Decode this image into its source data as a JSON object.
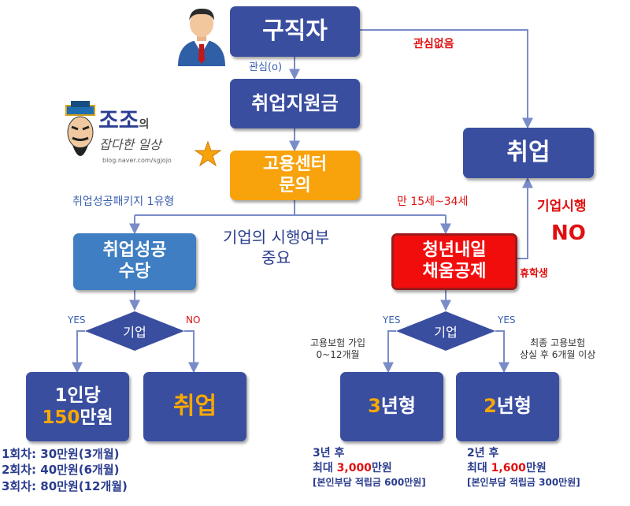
{
  "colors": {
    "navy_box": "#3a4ea0",
    "blue_box": "#3f7ec2",
    "orange_box": "#f8a20c",
    "red_box": "#f20d0d",
    "highlight_text": "#f8a800",
    "connector": "#7a8cc8"
  },
  "icons": {
    "person": "job-seeker-person-icon",
    "logo": "jojo-blog-logo",
    "star": "orange-star-icon"
  },
  "logo": {
    "name": "조조",
    "suffix": "의",
    "tagline": "잡다한 일상",
    "url": "blog.naver.com/sgjojo"
  },
  "nodes": {
    "job_seeker": "구직자",
    "support_fund": "취업지원금",
    "center_line1": "고용센터",
    "center_line2": "문의",
    "employment_right": "취업",
    "success_allowance_line1": "취업성공",
    "success_allowance_line2": "수당",
    "youth_line1": "청년내일",
    "youth_line2": "채움공제",
    "employment_left": "취업",
    "per_person_line1": "1인당",
    "per_person_amount": "150",
    "per_person_unit": "만원",
    "type_3yr_num": "3",
    "type_3yr_unit": "년형",
    "type_2yr_num": "2",
    "type_2yr_unit": "년형"
  },
  "decisions": {
    "left": "기업",
    "right": "기업"
  },
  "labels": {
    "interest": "관심(o)",
    "no_interest": "관심없음",
    "package_type1": "취업성공패키지 1유형",
    "age_range": "만 15세~34세",
    "important_line1": "기업의 시행여부",
    "important_line2": "중요",
    "company_impl": "기업시행",
    "no": "NO",
    "leave_student": "휴학생",
    "yes_left": "YES",
    "no_left": "NO",
    "yes_right_a": "YES",
    "yes_right_b": "YES",
    "insurance_join_line1": "고용보험 가입",
    "insurance_join_line2": "0~12개월",
    "insurance_lost_line1": "최종 고용보험",
    "insurance_lost_line2": "상실 후 6개월 이상"
  },
  "payments": [
    "1회차: 30만원(3개월)",
    "2회차: 40만원(6개월)",
    "3회차: 80만원(12개월)"
  ],
  "result_3yr": {
    "line1": "3년 후",
    "prefix": "최대 ",
    "amount": "3,000",
    "unit": "만원",
    "line3": "[본인부담 적립금 600만원]"
  },
  "result_2yr": {
    "line1": "2년 후",
    "prefix": "최대 ",
    "amount": "1,600",
    "unit": "만원",
    "line3": "[본인부담 적립금 300만원]"
  }
}
